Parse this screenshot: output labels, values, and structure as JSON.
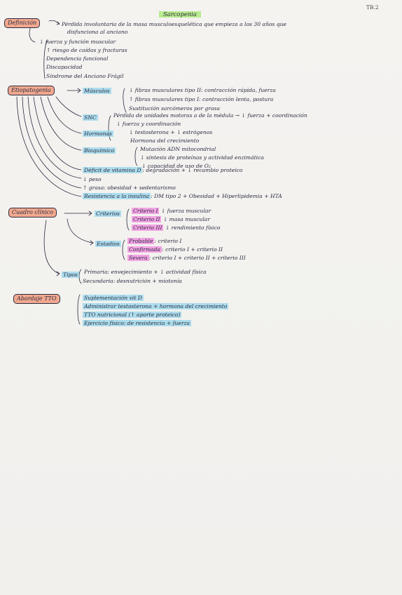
{
  "page_number": "TB.2",
  "title": "Sarcopenia",
  "definicion": {
    "heading": "Definición",
    "text_1": "Pérdida involuntaria de la masa musculoesquelética que empieza a los 30 años que",
    "text_2": "disfunciona al anciano",
    "items": [
      "↓ fuerza y función muscular",
      "↑ riesgo de caídas y fracturas",
      "Dependencia funcional",
      "Discapacidad",
      "Síndrome del Anciano Frágil"
    ]
  },
  "etiopatogenia": {
    "heading": "Etiopatogenia",
    "musculos": {
      "label": "Músculos",
      "lines": [
        "↓ fibras musculares tipo II: contracción rápida, fuerza",
        "↑ fibras musculares tipo I: contracción lenta, postura",
        "Sustitución sarcómeros por grasa"
      ]
    },
    "snc": {
      "label": "SNC",
      "lines": [
        "Pérdida de unidades motoras a de la médula → ↓ fuerza + coordinación",
        "↓ fuerza y coordinación"
      ]
    },
    "hormonas": {
      "label": "Hormonas",
      "lines": [
        "↓ testosterona + ↓ estrógenos",
        "Hormona del crecimiento"
      ]
    },
    "bioquimico": {
      "label": "Bioquímico",
      "lines": [
        "Mutación ADN mitocondrial",
        "↓ síntesis de proteínas y actividad enzimática",
        "↓ capacidad de uso de O₂"
      ]
    },
    "deficit_label": "Déficit de vitamina D",
    "deficit_text": ": degradación + ↓ recambio proteico",
    "peso": "↓ peso",
    "grasa_label": "↑ grasa",
    "grasa_text": ": obesidad + sedentarismo",
    "insulina_label": "Resistencia a la insulina",
    "insulina_text": ": DM tipo 2 + Obesidad + Hiperlipidemia + HTA"
  },
  "cuadro_clinico": {
    "heading": "Cuadro clínico",
    "criterios_label": "Criterios",
    "criterios": [
      {
        "name": "Criterio I",
        "text": "↓ fuerza muscular"
      },
      {
        "name": "Criterio II",
        "text": "↓ masa muscular"
      },
      {
        "name": "Criterio III",
        "text": "↓ rendimiento físico"
      }
    ],
    "estadios_label": "Estadios",
    "estadios": [
      {
        "name": "Probable",
        "text": ": criterio I"
      },
      {
        "name": "Confirmada",
        "text": ": criterio I + criterio II"
      },
      {
        "name": "Severa",
        "text": ": criterio I + criterio II + criterio III"
      }
    ],
    "tipos_label": "Tipos",
    "tipos": [
      "Primaria: envejecimiento + ↓ actividad física",
      "Secundaria: desnutrición + miotonía"
    ]
  },
  "abordaje": {
    "heading": "Abordaje TTO",
    "items": [
      "Suplementación vit D",
      "Administrar testosterona + hormona del crecimiento",
      "TTO nutricional (↑ aporte proteico)",
      "Ejercicio físico: de resistencia + fuerza"
    ]
  },
  "colors": {
    "heading_box": "#f2a98f",
    "title_highlight": "#b9ec8e",
    "blue_highlight": "#96d6ec",
    "pink_highlight": "#f38ae0",
    "ink": "#2a2a40"
  }
}
